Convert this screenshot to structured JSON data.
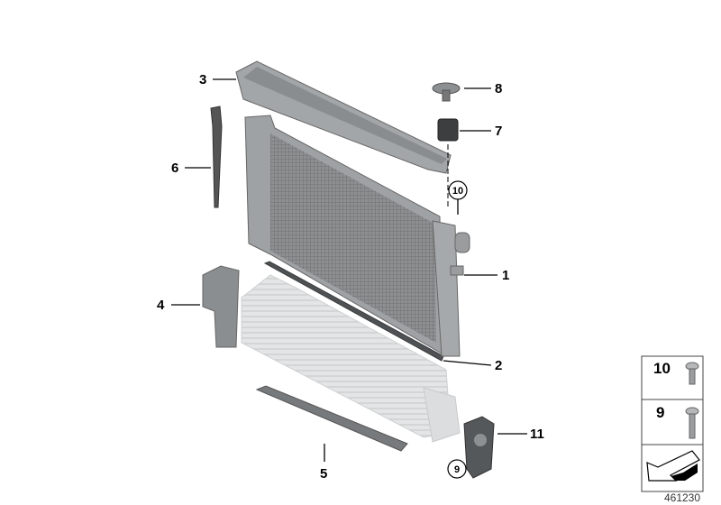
{
  "callouts": [
    {
      "number": "1",
      "part": "radiator"
    },
    {
      "number": "2",
      "part": "seal-strip"
    },
    {
      "number": "3",
      "part": "upper-air-duct"
    },
    {
      "number": "4",
      "part": "side-air-guide"
    },
    {
      "number": "5",
      "part": "lower-air-guide"
    },
    {
      "number": "6",
      "part": "side-bracket"
    },
    {
      "number": "7",
      "part": "rubber-mount"
    },
    {
      "number": "8",
      "part": "expanding-rivet"
    },
    {
      "number": "11",
      "part": "mount-bracket"
    }
  ],
  "circled_refs": [
    "10",
    "9"
  ],
  "legend": {
    "rows": [
      {
        "number": "10",
        "icon": "short-torx-screw-icon"
      },
      {
        "number": "9",
        "icon": "long-torx-screw-icon"
      }
    ],
    "arrow_icon": "direction-arrow-icon"
  },
  "diagram_code": "461230"
}
